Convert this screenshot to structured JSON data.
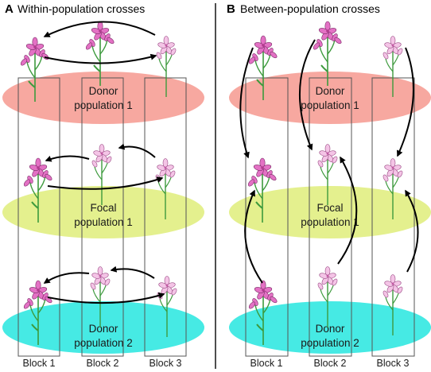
{
  "panels": [
    {
      "letter": "A",
      "title": "Within-population crosses",
      "populations": [
        {
          "line1": "Donor",
          "line2": "population 1",
          "color": "#f7a8a0"
        },
        {
          "line1": "Focal",
          "line2": "population 1",
          "color": "#e4f08e"
        },
        {
          "line1": "Donor",
          "line2": "population 2",
          "color": "#46eae4"
        }
      ],
      "blocks": [
        "Block 1",
        "Block 2",
        "Block 3"
      ]
    },
    {
      "letter": "B",
      "title": "Between-population crosses",
      "populations": [
        {
          "line1": "Donor",
          "line2": "population 1",
          "color": "#f7a8a0"
        },
        {
          "line1": "Focal",
          "line2": "population 1",
          "color": "#e4f08e"
        },
        {
          "line1": "Donor",
          "line2": "population 2",
          "color": "#46eae4"
        }
      ],
      "blocks": [
        "Block 1",
        "Block 2",
        "Block 3"
      ]
    }
  ],
  "colors": {
    "flower": "#e371c4",
    "flower_dark": "#b23b8f",
    "stem": "#3d9a3d",
    "arrow": "#000000",
    "divider": "#222222"
  }
}
